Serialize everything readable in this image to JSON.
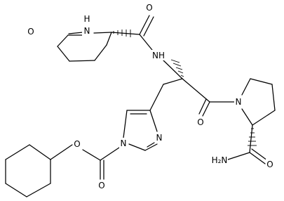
{
  "molecule": {
    "labels": {
      "pyroglu_carbonyl_O": "O",
      "pyroglu_ring_NH": "N",
      "pyroglu_ring_H": "H",
      "pyroglu_amide_O": "O",
      "amide_NH": "NH",
      "ester_O": "O",
      "carbamate_O": "O",
      "imidazole_N1": "N",
      "imidazole_N3": "N",
      "his_carbonyl_O": "O",
      "proline_N": "N",
      "carboxamide_NH2": "H₂N",
      "carboxamide_O": "O"
    }
  }
}
